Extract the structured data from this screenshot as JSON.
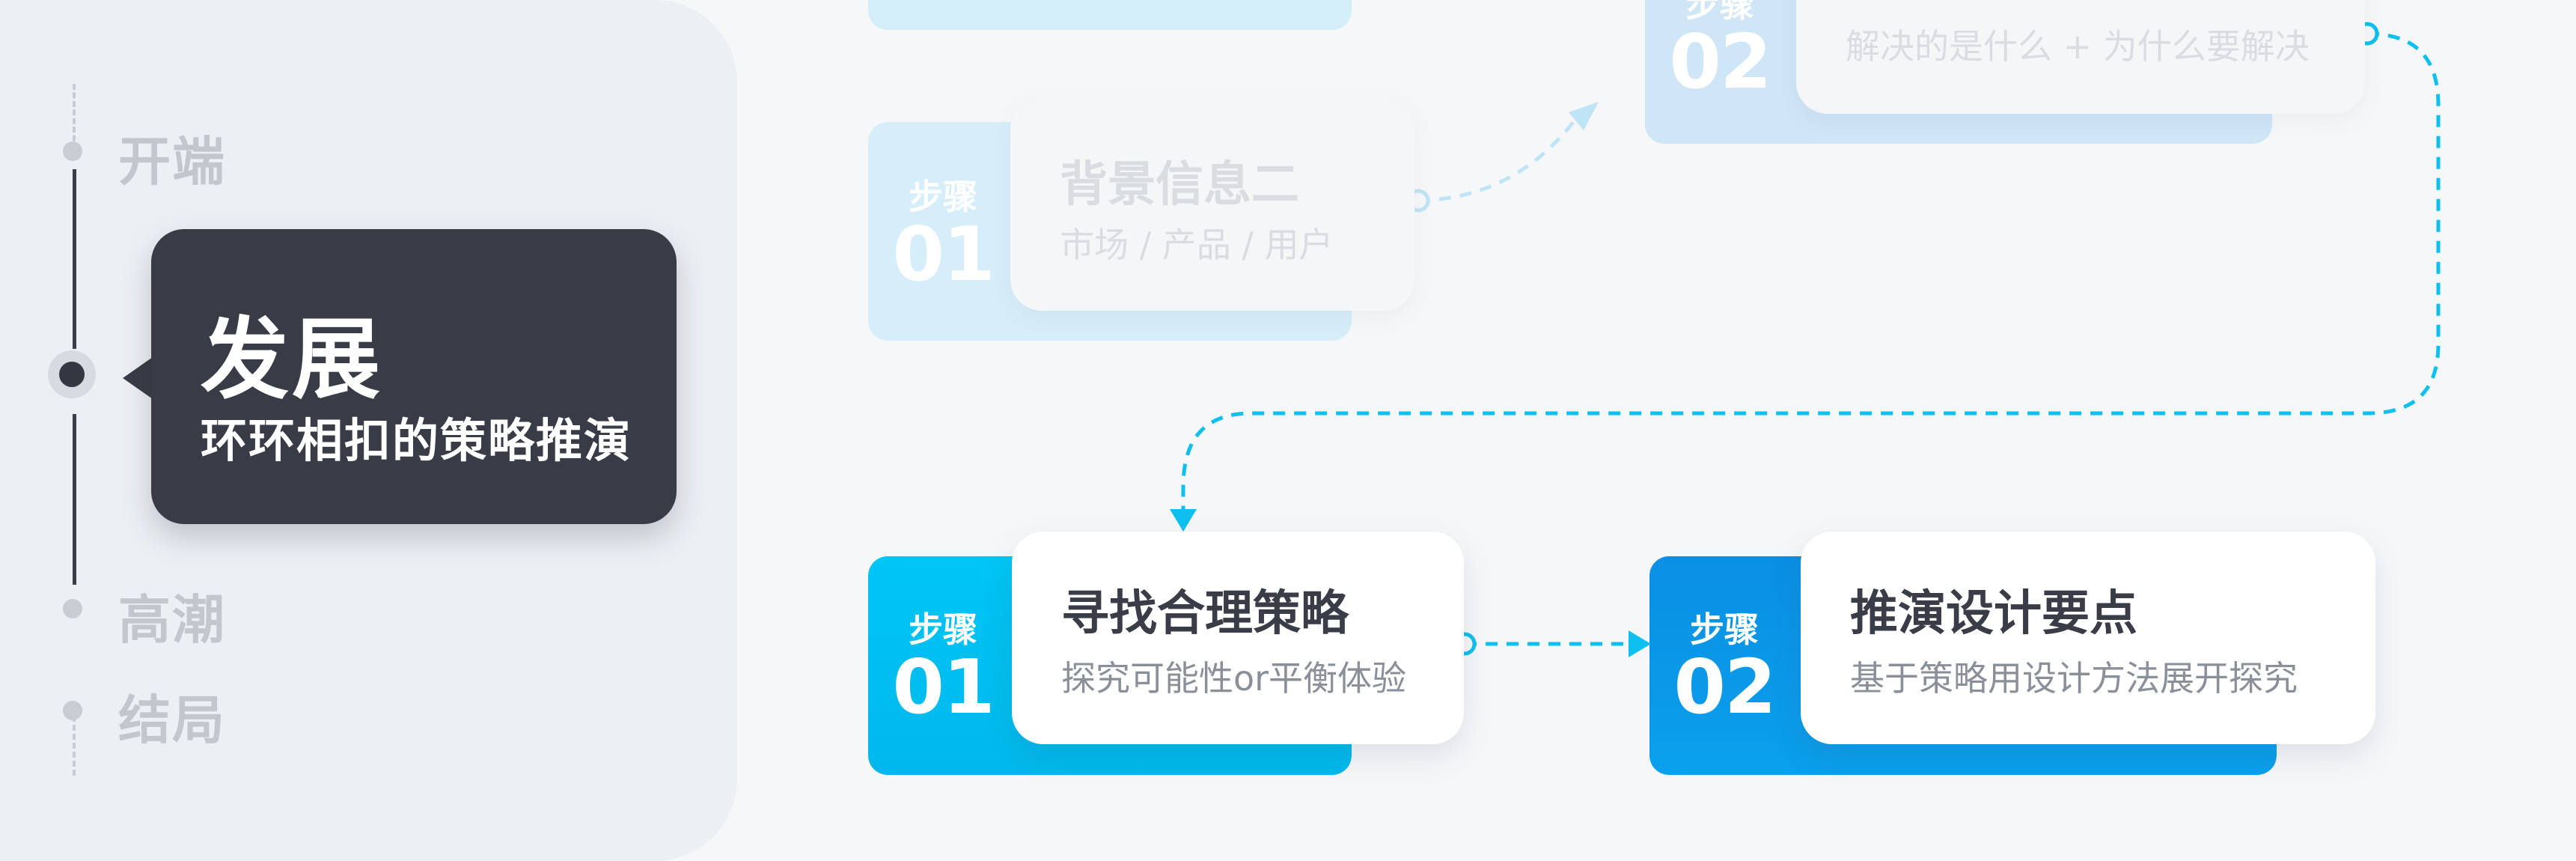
{
  "timeline": {
    "items": [
      {
        "label": "开端",
        "state": "inactive"
      },
      {
        "label": "发展",
        "state": "active"
      },
      {
        "label": "高潮",
        "state": "inactive"
      },
      {
        "label": "结局",
        "state": "inactive"
      }
    ],
    "active_title": "发展",
    "active_subtitle": "环环相扣的策略推演"
  },
  "steps_previous": [
    {
      "step_word": "步骤",
      "step_num": "01",
      "title": "背景信息二",
      "subtitle": "市场 / 产品 / 用户"
    },
    {
      "step_word": "步骤",
      "step_num": "02",
      "title": "",
      "subtitle": "解决的是什么 + 为什么要解决"
    }
  ],
  "steps_current": [
    {
      "step_word": "步骤",
      "step_num": "01",
      "title": "寻找合理策略",
      "subtitle": "探究可能性or平衡体验"
    },
    {
      "step_word": "步骤",
      "step_num": "02",
      "title": "推演设计要点",
      "subtitle": "基于策略用设计方法展开探究"
    }
  ],
  "colors": {
    "accent": "#00c3f3",
    "accent_deep": "#0993e6",
    "faded_tab": "#d6eefa",
    "faded_tab2": "#cfe6f7",
    "panel": "#eceff4",
    "bubble": "#393c46",
    "connector": "#0ec0ef",
    "connector_faded": "#bfe4f5"
  }
}
